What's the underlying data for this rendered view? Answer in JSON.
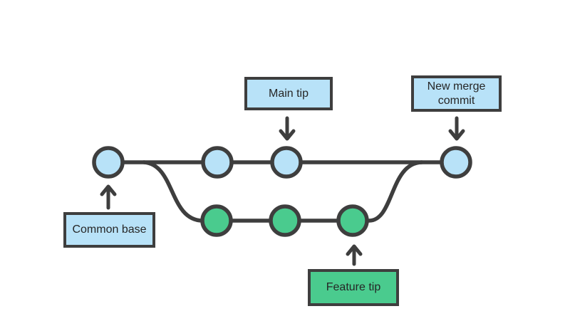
{
  "labels": {
    "main_tip": "Main tip",
    "new_merge_commit": "New merge commit",
    "common_base": "Common base",
    "feature_tip": "Feature tip"
  },
  "colors": {
    "background": "#ffffff",
    "stroke": "#3e3e3e",
    "main_branch_fill": "#b8e2f8",
    "feature_branch_fill": "#4acb8e",
    "label_text": "#262626"
  },
  "diagram": {
    "type": "git-branch-merge",
    "branches": [
      {
        "name": "main",
        "color": "#b8e2f8",
        "commit_count": 4,
        "annotations": [
          {
            "label": "Common base",
            "points_to": "commit 1",
            "arrow_direction": "up"
          },
          {
            "label": "Main tip",
            "points_to": "commit 3",
            "arrow_direction": "down"
          },
          {
            "label": "New merge commit",
            "points_to": "commit 4",
            "arrow_direction": "down"
          }
        ]
      },
      {
        "name": "feature",
        "color": "#4acb8e",
        "commit_count": 3,
        "annotations": [
          {
            "label": "Feature tip",
            "points_to": "commit 3",
            "arrow_direction": "up"
          }
        ]
      }
    ],
    "relationships": [
      "feature branch forks from main after common base",
      "feature tip merges back into main at new merge commit"
    ]
  }
}
